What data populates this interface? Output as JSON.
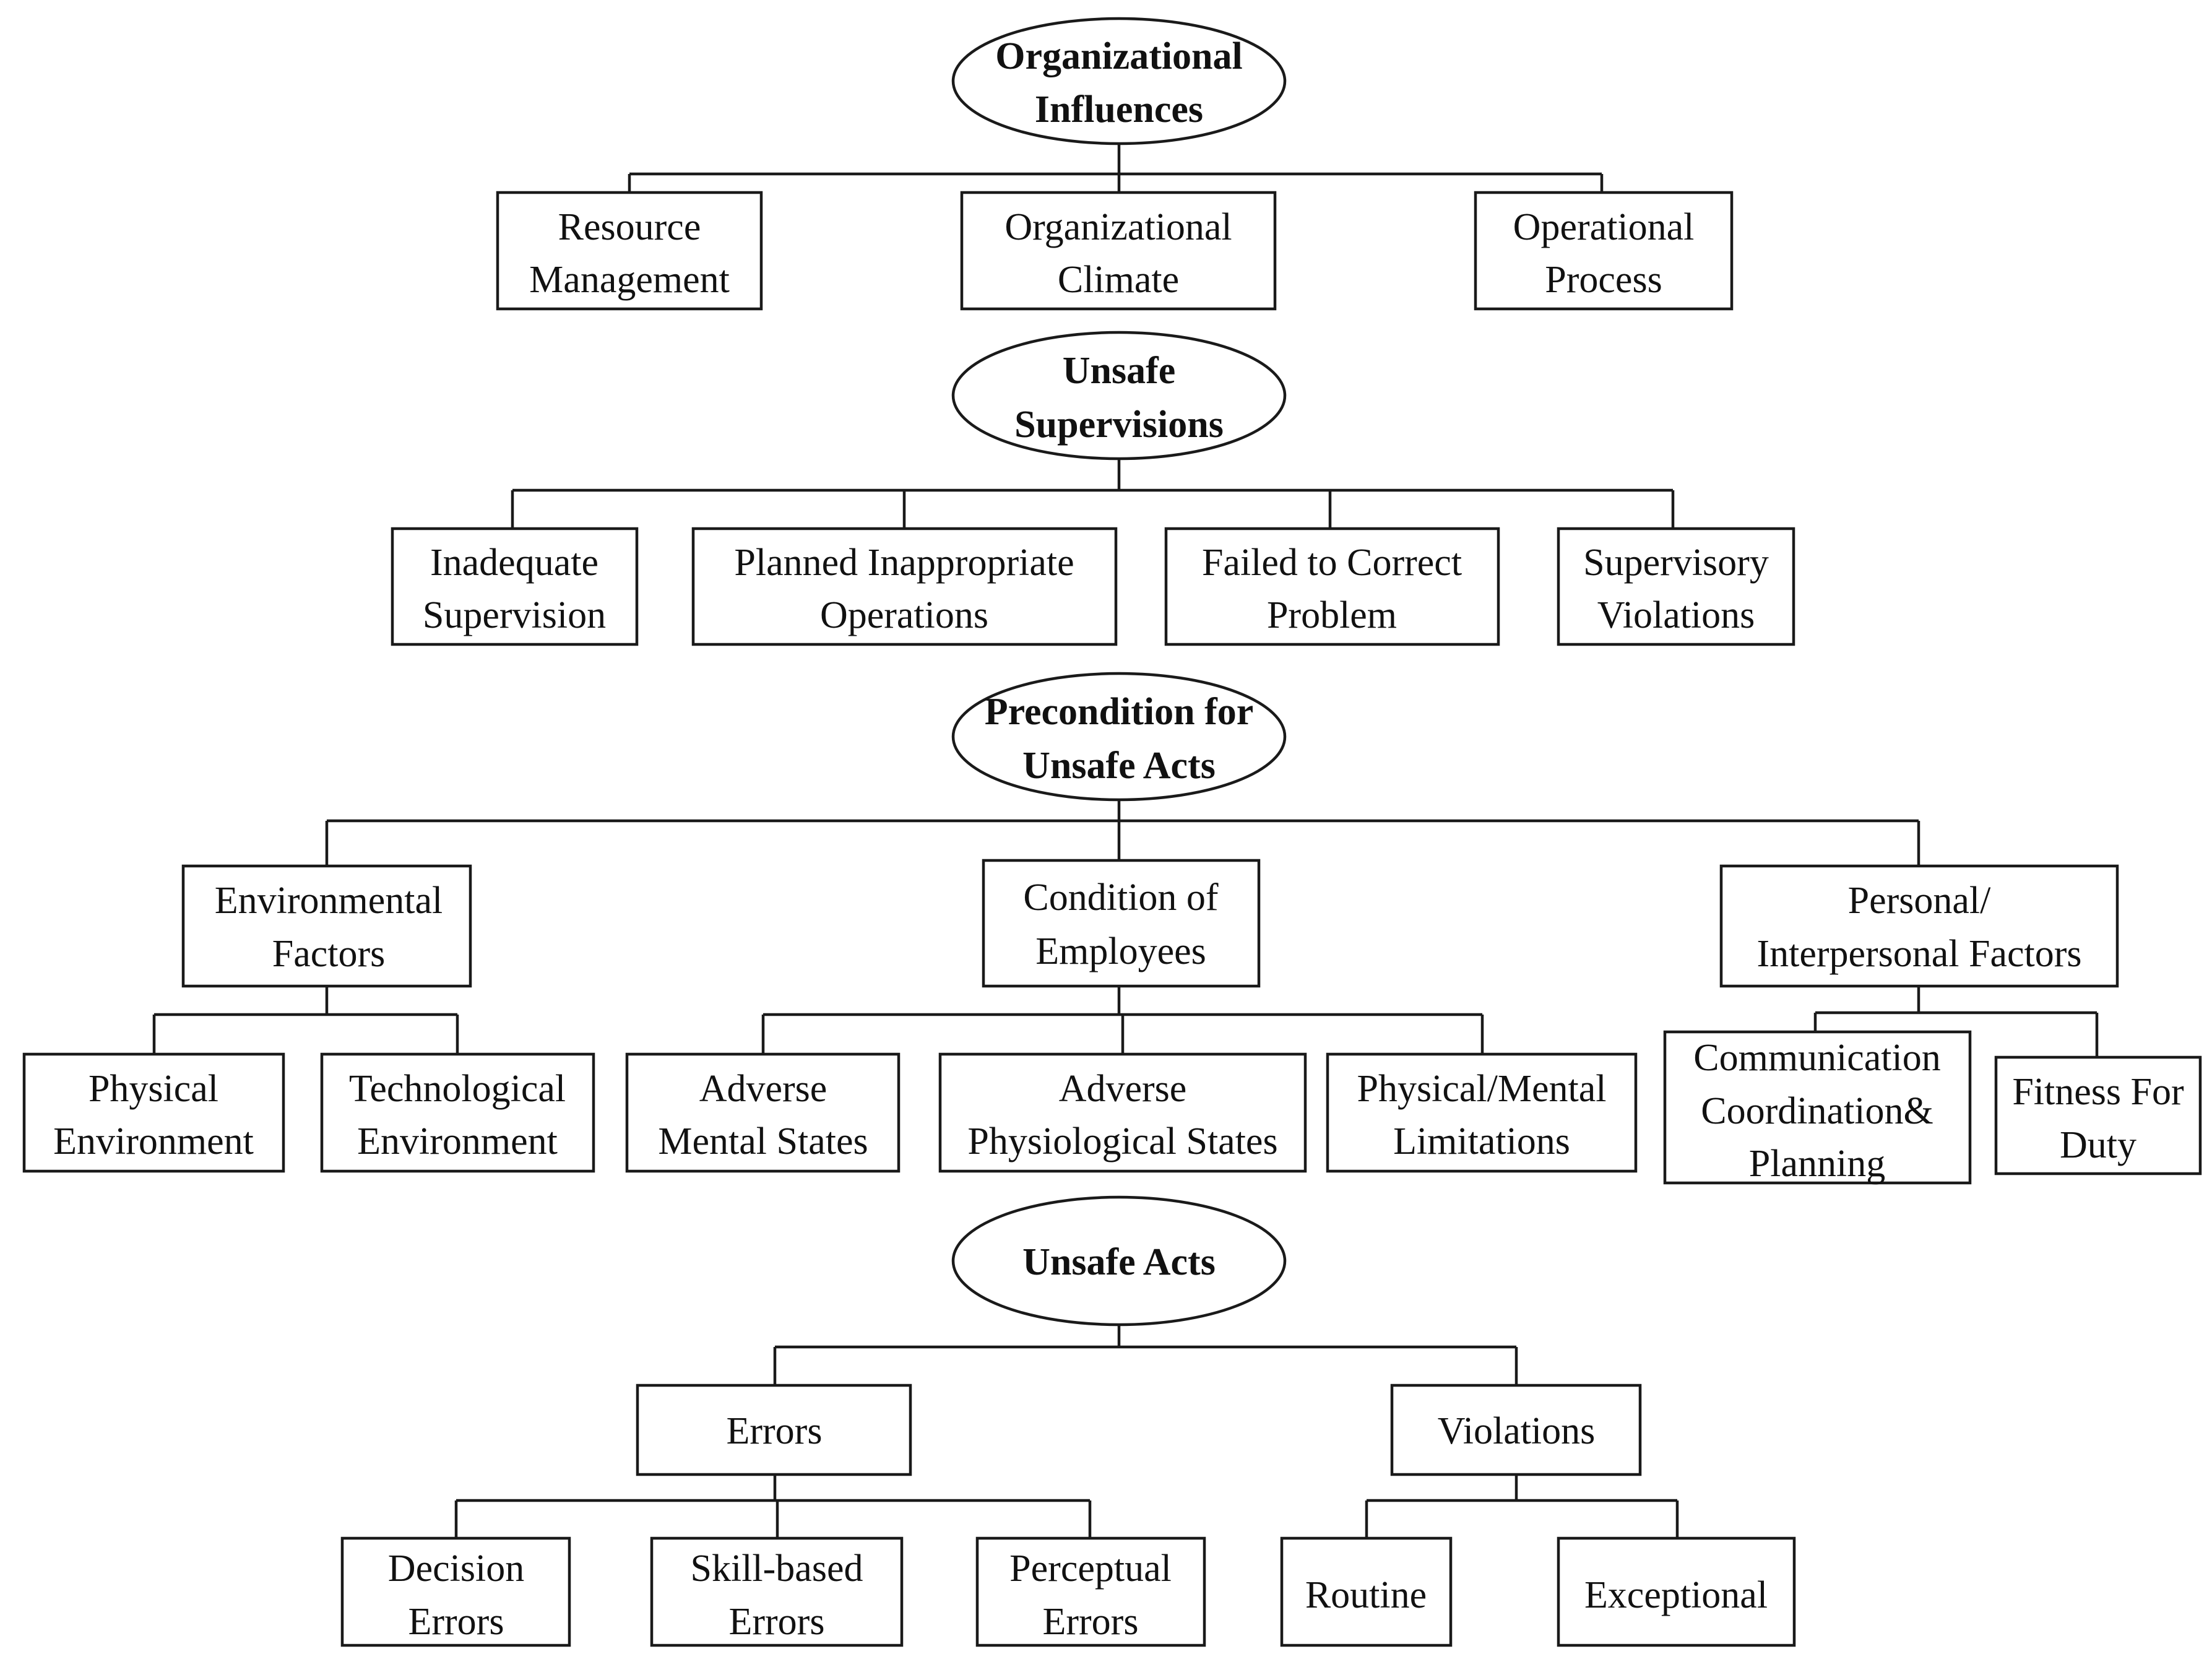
{
  "diagram": {
    "levels": {
      "organizational_influences": {
        "line1": "Organizational",
        "line2": "Influences"
      },
      "unsafe_supervisions": {
        "line1": "Unsafe",
        "line2": "Supervisions"
      },
      "precondition_for_unsafe_acts": {
        "line1": "Precondition for",
        "line2": "Unsafe Acts"
      },
      "unsafe_acts": {
        "line1": "Unsafe Acts"
      }
    },
    "nodes": {
      "resource_management": {
        "line1": "Resource",
        "line2": "Management"
      },
      "organizational_climate": {
        "line1": "Organizational",
        "line2": "Climate"
      },
      "operational_process": {
        "line1": "Operational",
        "line2": "Process"
      },
      "inadequate_supervision": {
        "line1": "Inadequate",
        "line2": "Supervision"
      },
      "planned_inappropriate_operations": {
        "line1": "Planned Inappropriate",
        "line2": "Operations"
      },
      "failed_to_correct_problem": {
        "line1": "Failed to Correct",
        "line2": "Problem"
      },
      "supervisory_violations": {
        "line1": "Supervisory",
        "line2": "Violations"
      },
      "environmental_factors": {
        "line1": "Environmental",
        "line2": "Factors"
      },
      "condition_of_employees": {
        "line1": "Condition of",
        "line2": "Employees"
      },
      "personal_interpersonal_factors": {
        "line1": "Personal/",
        "line2": "Interpersonal Factors"
      },
      "physical_environment": {
        "line1": "Physical",
        "line2": "Environment"
      },
      "technological_environment": {
        "line1": "Technological",
        "line2": "Environment"
      },
      "adverse_mental_states": {
        "line1": "Adverse",
        "line2": "Mental States"
      },
      "adverse_physiological_states": {
        "line1": "Adverse",
        "line2": "Physiological States"
      },
      "physical_mental_limitations": {
        "line1": "Physical/Mental",
        "line2": "Limitations"
      },
      "communication_coordination_planning": {
        "line1": "Communication",
        "line2": "Coordination&",
        "line3": "Planning"
      },
      "fitness_for_duty": {
        "line1": "Fitness For",
        "line2": "Duty"
      },
      "errors": {
        "line1": "Errors"
      },
      "violations": {
        "line1": "Violations"
      },
      "decision_errors": {
        "line1": "Decision",
        "line2": "Errors"
      },
      "skill_based_errors": {
        "line1": "Skill-based",
        "line2": "Errors"
      },
      "perceptual_errors": {
        "line1": "Perceptual",
        "line2": "Errors"
      },
      "routine": {
        "line1": "Routine"
      },
      "exceptional": {
        "line1": "Exceptional"
      }
    }
  }
}
